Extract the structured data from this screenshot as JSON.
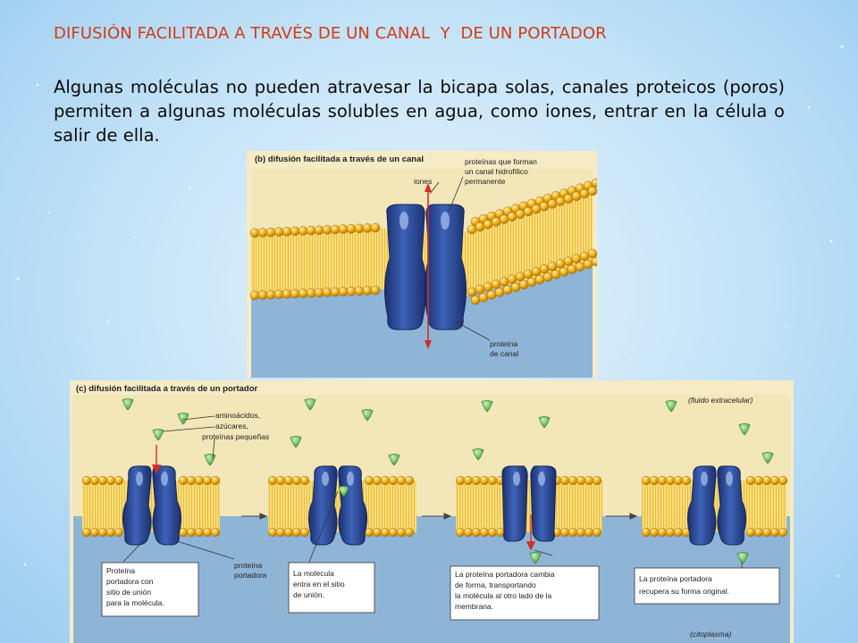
{
  "slide": {
    "title": "DIFUSIÓN FACILITADA A TRAVÉS DE UN CANAL  Y  DE UN PORTADOR",
    "paragraph": "Algunas moléculas no pueden atravesar la bicapa solas, canales proteicos (poros) permiten a algunas moléculas solubles en agua, como iones, entrar en la célula o salir de ella."
  },
  "figure_b": {
    "caption": "(b) difusión facilitada a través de un canal",
    "label_ions": "iones",
    "label_channel_line1": "proteínas que forman",
    "label_channel_line2": "un canal hidrofílico",
    "label_channel_line3": "permanente",
    "label_protein_line1": "proteína",
    "label_protein_line2": "de canal"
  },
  "figure_c": {
    "caption": "(c) difusión facilitada a través de un portador",
    "label_extracellular": "(fluido extracelular)",
    "label_cytoplasm": "(citoplasma)",
    "label_molecules_line1": "aminoácidos,",
    "label_molecules_line2": "azúcares,",
    "label_molecules_line3": "proteínas pequeñas",
    "label_carrier_line1": "proteína",
    "label_carrier_line2": "portadora",
    "box1": [
      "Proteína",
      "portadora con",
      "sitio de unión",
      "para la molécula."
    ],
    "box2": [
      "La molécula",
      "entra en el sitio",
      "de unión."
    ],
    "box3": [
      "La proteína portadora cambia",
      "de forma, transportando",
      "la molécula al otro lado de la",
      "membrana."
    ],
    "box4": [
      "La proteína portadora",
      "recupera su forma original."
    ]
  },
  "colors": {
    "title": "#d43a17",
    "membrane_head": "#f1b21b",
    "membrane_tail": "#f7d66a",
    "protein": "#2f4f9c",
    "solute": "#5fbf4f",
    "extracellular": "#f3e6b8",
    "cytoplasm": "#8fb5d6"
  }
}
